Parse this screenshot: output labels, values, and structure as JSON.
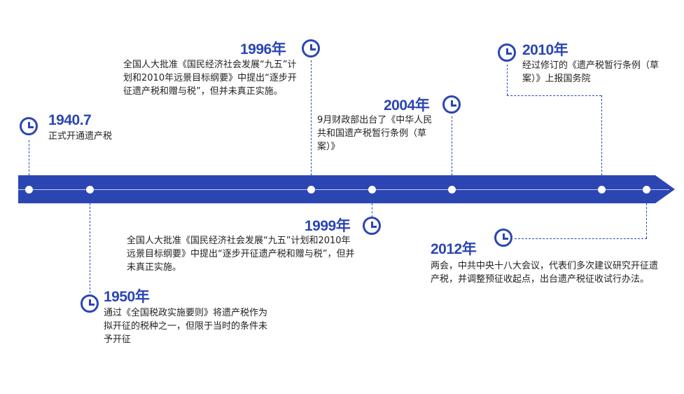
{
  "colors": {
    "accent": "#2b46b3",
    "text": "#222222"
  },
  "events": [
    {
      "id": "1940",
      "year": "1940.7",
      "text": "正式开通遗产税"
    },
    {
      "id": "1950",
      "year": "1950年",
      "text": "通过《全国税政实施要则》将遗产税作为拟开征的税种之一，但限于当时的条件未予开征"
    },
    {
      "id": "1996",
      "year": "1996年",
      "text": "全国人大批准《国民经济社会发展“九五”计划和2010年远景目标纲要》中提出“逐步开征遗产税和赠与税”，但并未真正实施。"
    },
    {
      "id": "1999",
      "year": "1999年",
      "text": "全国人大批准《国民经济社会发展“九五”计划和2010年远景目标纲要》中提出“逐步开征遗产税和赠与税”，但并未真正实施。"
    },
    {
      "id": "2004",
      "year": "2004年",
      "text": "9月财政部出台了《中华人民共和国遗产税暂行条例（草案）》"
    },
    {
      "id": "2010",
      "year": "2010年",
      "text": "经过修订的《遗产税暂行条例（草案）》上报国务院"
    },
    {
      "id": "2012",
      "year": "2012年",
      "text": "两会，中共中央十八大会议，代表们多次建议研究开征遗产税，并调整预征收起点，出台遗产税征收试行办法。"
    }
  ]
}
